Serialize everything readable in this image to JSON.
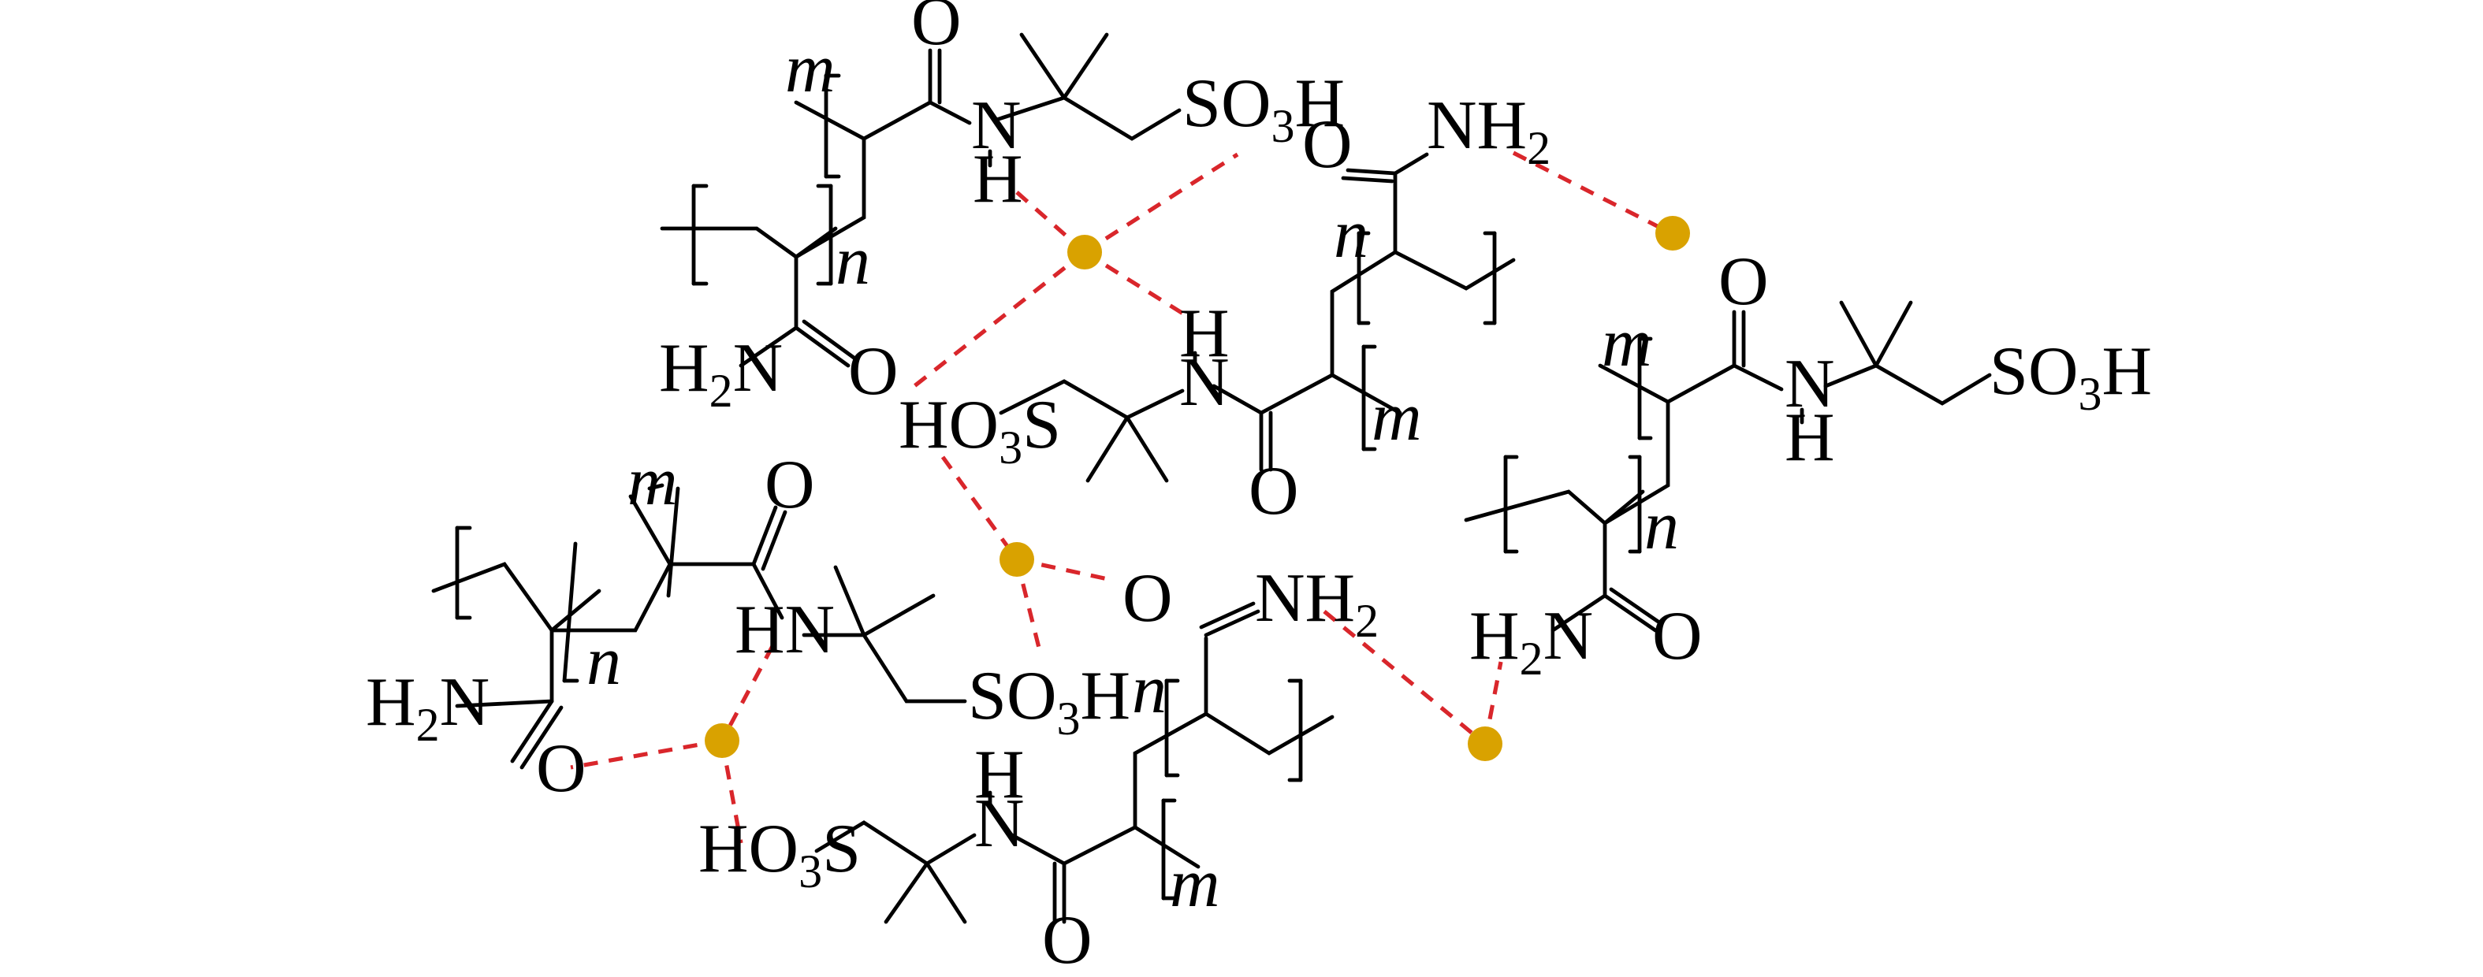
{
  "colors": {
    "bond": "#000000",
    "hbond": "#d9262b",
    "ion": "#d9a200",
    "background": "#ffffff"
  },
  "labels": {
    "O": "O",
    "N": "N",
    "H": "H",
    "HN": "HN",
    "m": "m",
    "n": "n",
    "SO3H": {
      "base": "SO",
      "sub": "3",
      "end": "H"
    },
    "NH2": {
      "base": "NH",
      "sub": "2"
    },
    "H2N": {
      "base": "H",
      "sub": "2",
      "end": "N"
    },
    "HO3S": {
      "base": "HO",
      "sub": "3",
      "end": "S"
    }
  }
}
